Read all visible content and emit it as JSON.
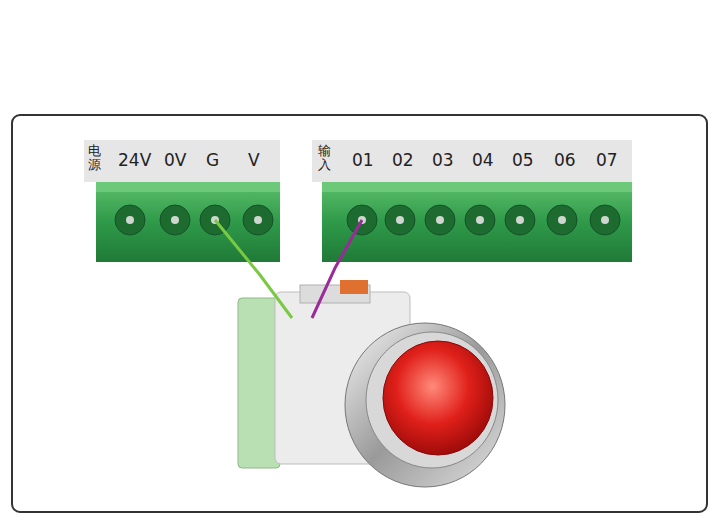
{
  "diagram": {
    "nodes": [
      {
        "text": [
          "电源",
          "24V",
          "0V",
          "G",
          "V"
        ]
      },
      {
        "text": [
          "输入",
          "01",
          "02",
          "03",
          "04",
          "05",
          "06",
          "07"
        ]
      }
    ]
  }
}
